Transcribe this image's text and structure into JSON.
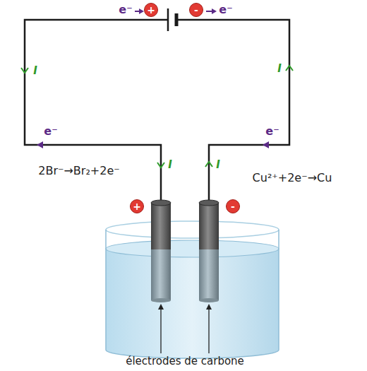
{
  "diagram": {
    "nodes": [
      {
        "text": [
          "+"
        ]
      },
      {
        "text": [
          "-"
        ]
      },
      {
        "text": [
          "+"
        ]
      },
      {
        "text": [
          "-"
        ]
      }
    ],
    "labels": [
      "e⁻",
      "e⁻",
      "I",
      "I",
      "e⁻",
      "e⁻",
      "2Br⁻→Br₂+2e⁻",
      "I",
      "Cu²⁺+2e⁻→Cu",
      "I",
      "électrodes de carbone"
    ]
  }
}
